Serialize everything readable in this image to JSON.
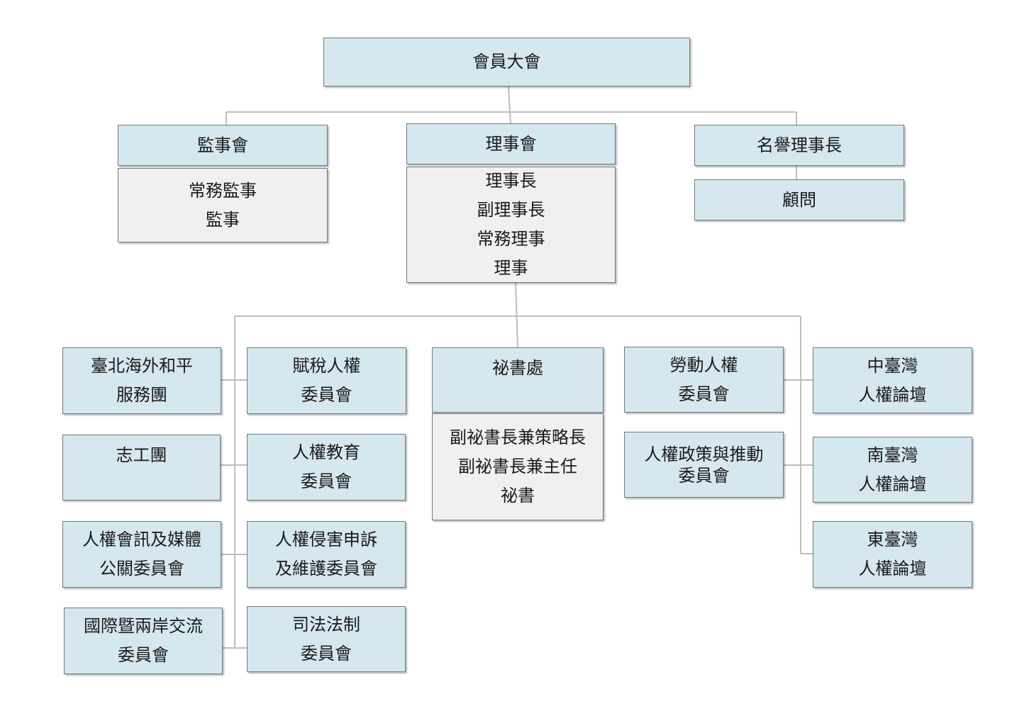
{
  "nodes": {
    "assembly": {
      "lines": [
        "會員大會"
      ]
    },
    "supervisors": {
      "title": "監事會",
      "members": [
        "常務監事",
        "監事"
      ]
    },
    "directors": {
      "title": "理事會",
      "members": [
        "理事長",
        "副理事長",
        "常務理事",
        "理事"
      ]
    },
    "honorary_chair": {
      "lines": [
        "名譽理事長"
      ]
    },
    "advisor": {
      "lines": [
        "顧問"
      ]
    },
    "secretariat": {
      "title": "祕書處",
      "members": [
        "副祕書長兼策略長",
        "副祕書長兼主任",
        "祕書"
      ]
    },
    "taipei_peace": {
      "lines": [
        "臺北海外和平",
        "服務團"
      ]
    },
    "volunteers": {
      "lines": [
        "志工團"
      ]
    },
    "media": {
      "lines": [
        "人權會訊及媒體",
        "公關委員會"
      ]
    },
    "international": {
      "lines": [
        "國際暨兩岸交流",
        "委員會"
      ]
    },
    "tax_rights": {
      "lines": [
        "賦稅人權",
        "委員會"
      ]
    },
    "education": {
      "lines": [
        "人權教育",
        "委員會"
      ]
    },
    "complaints": {
      "lines": [
        "人權侵害申訴",
        "及維護委員會"
      ]
    },
    "judicial": {
      "lines": [
        "司法法制",
        "委員會"
      ]
    },
    "labor": {
      "lines": [
        "勞動人權",
        "委員會"
      ]
    },
    "policy": {
      "lines": [
        "人權政策與推動",
        "委員會"
      ]
    },
    "central": {
      "lines": [
        "中臺灣",
        "人權論壇"
      ]
    },
    "south": {
      "lines": [
        "南臺灣",
        "人權論壇"
      ]
    },
    "east": {
      "lines": [
        "東臺灣",
        "人權論壇"
      ]
    }
  },
  "colors": {
    "header_fill": "#d5e7ef",
    "member_fill": "#f0f0f0",
    "connector": "#bdbdbd",
    "border": "#6f7b83"
  }
}
